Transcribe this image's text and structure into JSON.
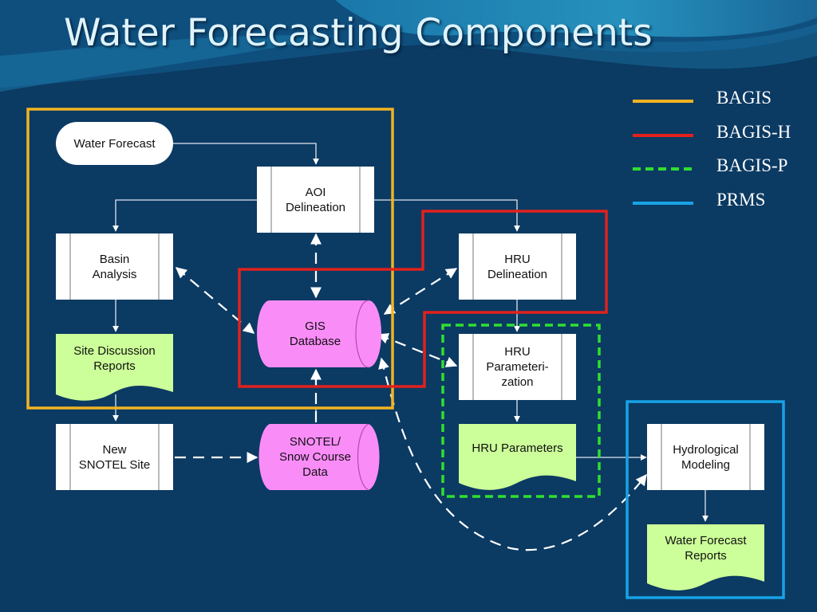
{
  "title": "Water Forecasting Components",
  "legend": [
    {
      "label": "BAGIS",
      "color": "#f0b323",
      "style": "solid"
    },
    {
      "label": "BAGIS-H",
      "color": "#e2211c",
      "style": "solid"
    },
    {
      "label": "BAGIS-P",
      "color": "#2fe02f",
      "style": "dashed"
    },
    {
      "label": "PRMS",
      "color": "#17a3e6",
      "style": "solid"
    }
  ],
  "nodes": {
    "water_forecast": "Water Forecast",
    "aoi_delineation": "AOI\nDelineation",
    "basin_analysis": "Basin\nAnalysis",
    "gis_database": "GIS\nDatabase",
    "hru_delineation": "HRU\nDelineation",
    "site_discussion_reports": "Site Discussion\nReports",
    "hru_parameterization": "HRU\nParameteri-\nzation",
    "new_snotel_site": "New\nSNOTEL Site",
    "snotel_data": "SNOTEL/\nSnow Course\nData",
    "hru_parameters": "HRU Parameters",
    "hydrological_modeling": "Hydrological\nModeling",
    "water_forecast_reports": "Water Forecast\nReports"
  },
  "colors": {
    "background": "#0b3a63",
    "process_fill": "#ffffff",
    "database_fill": "#fa8cf8",
    "document_fill": "#ccff99"
  }
}
